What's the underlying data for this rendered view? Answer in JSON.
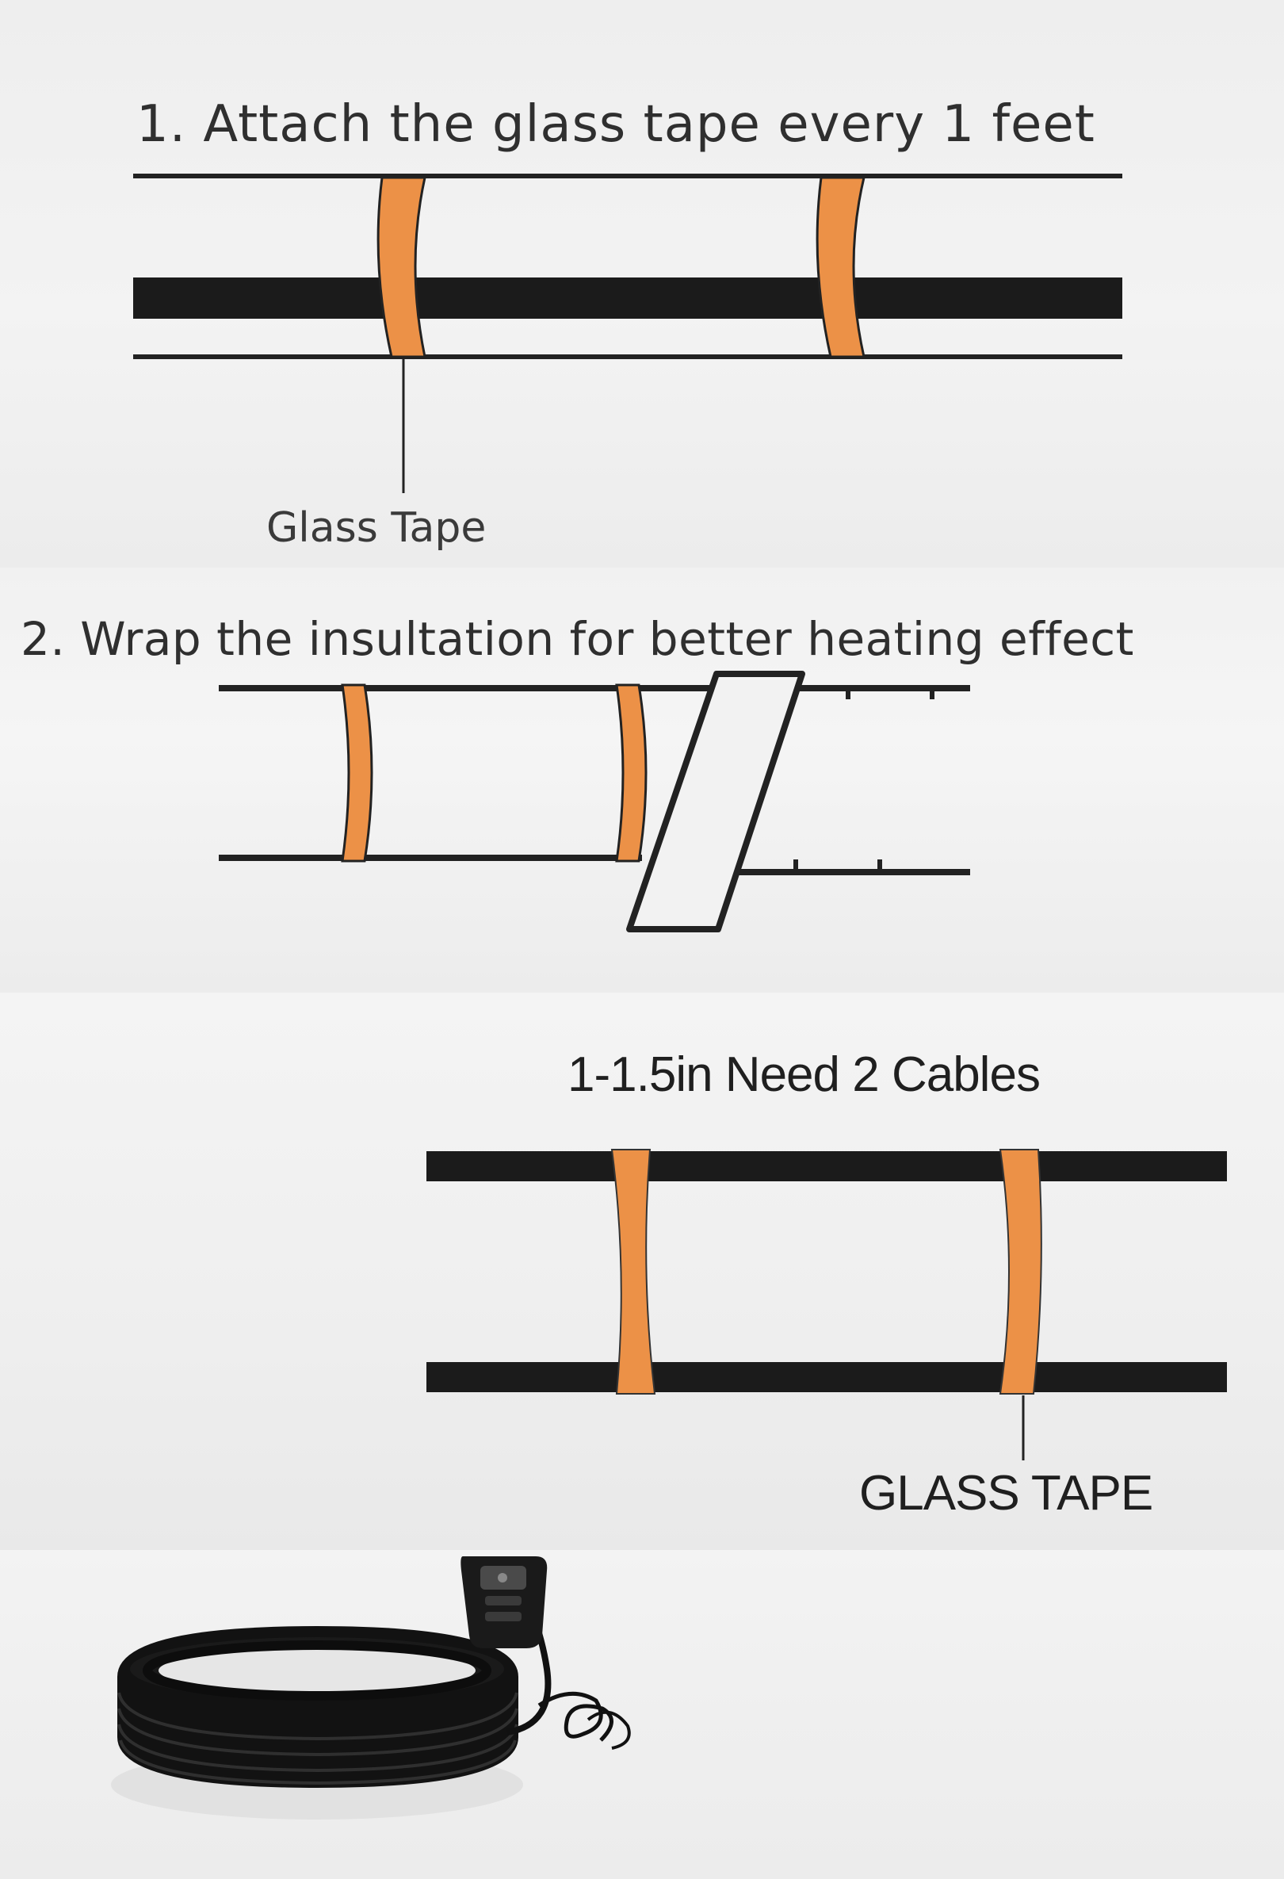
{
  "steps": {
    "attach": {
      "heading": "1. Attach the glass tape every 1 feet",
      "label": "Glass Tape"
    },
    "wrap": {
      "heading": "2. Wrap the insultation for better heating effect"
    },
    "cables": {
      "heading": "1-1.5in Need 2 Cables",
      "label": "GLASS TAPE"
    }
  },
  "colors": {
    "tape": "#ec9147",
    "cable": "#1b1b1b",
    "line": "#222222",
    "text": "#2f2f2f",
    "background": "#efefef"
  },
  "product": {
    "icon": "heating-cable-coil-with-gfci-plug"
  }
}
